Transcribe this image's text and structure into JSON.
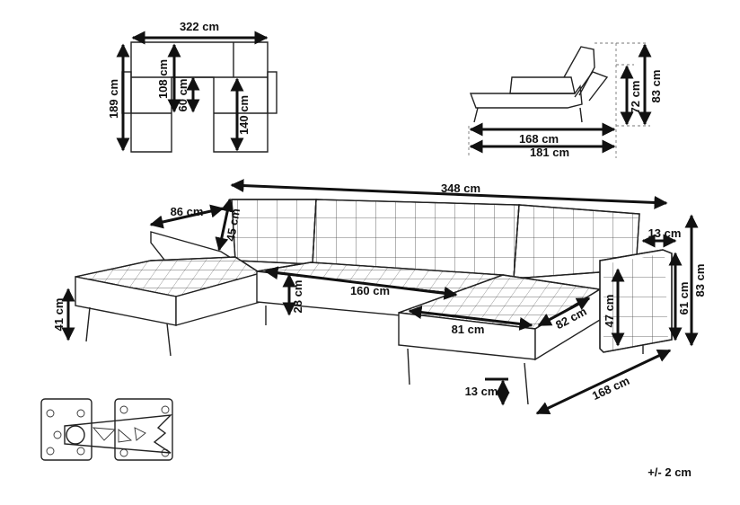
{
  "top_view": {
    "width_label": "322 cm",
    "depth_label": "189 cm",
    "inner_depth_label": "108 cm",
    "seat_depth_label": "60 cm",
    "chaise_length_label": "140 cm"
  },
  "side_view": {
    "seat_length_label": "168 cm",
    "total_length_label": "181 cm",
    "seat_height_label": "72 cm",
    "total_height_label": "83 cm"
  },
  "perspective": {
    "total_width_label": "348 cm",
    "chaise_depth_label": "86 cm",
    "backrest_label": "45 cm",
    "armrest_width_label": "13 cm",
    "seat_width_label": "160 cm",
    "cushion_label": "28 cm",
    "chaise_width_label": "81 cm",
    "chaise_inner_label": "82 cm",
    "armrest_height_label": "47 cm",
    "back_height_label": "61 cm",
    "overall_height_label": "83 cm",
    "seat_floor_label": "41 cm",
    "leg_height_label": "13 cm",
    "chaise_length_label": "168 cm"
  },
  "tolerance_label": "+/- 2 cm"
}
